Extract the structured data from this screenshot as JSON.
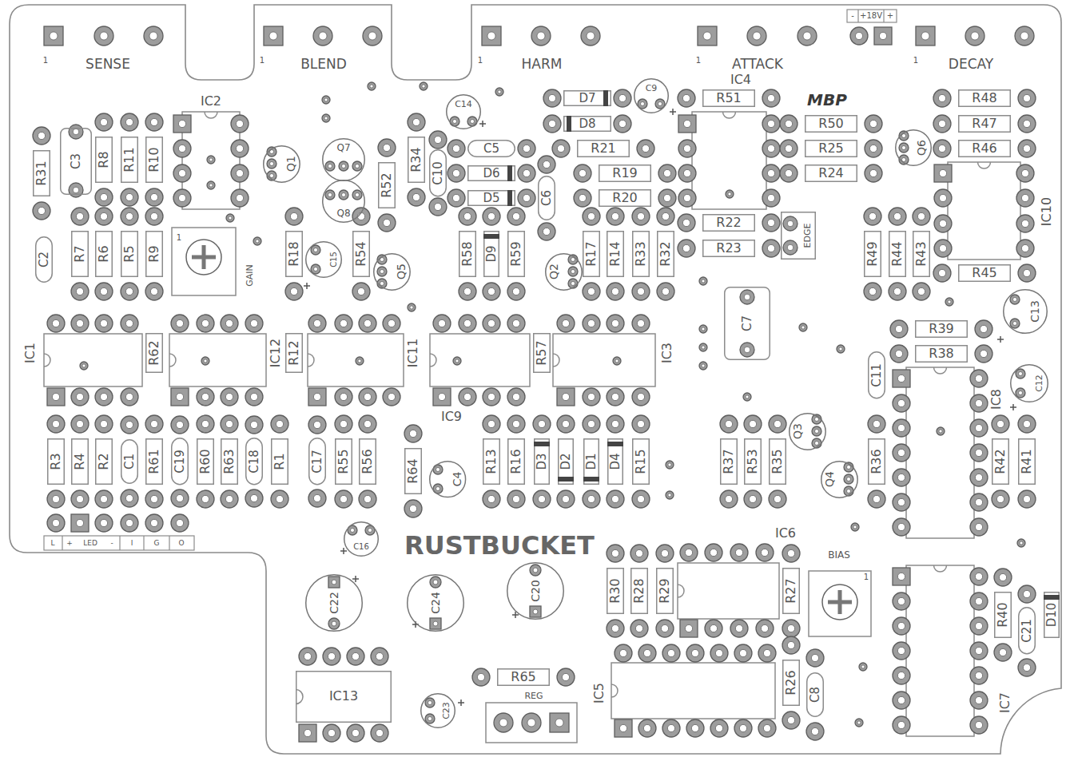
{
  "diagram": {
    "nodes": [
      {
        "text": [
          "R31"
        ]
      },
      {
        "text": [
          "C3"
        ]
      },
      {
        "text": [
          "R8"
        ]
      },
      {
        "text": [
          "R11"
        ]
      },
      {
        "text": [
          "R10"
        ]
      },
      {
        "text": [
          "Q1"
        ]
      },
      {
        "text": [
          "Q7"
        ]
      },
      {
        "text": [
          "Q8"
        ]
      },
      {
        "text": [
          "R52"
        ]
      },
      {
        "text": [
          "R34"
        ]
      },
      {
        "text": [
          "C14"
        ]
      },
      {
        "text": [
          "C10"
        ]
      },
      {
        "text": [
          "C5"
        ]
      },
      {
        "text": [
          "D6"
        ]
      },
      {
        "text": [
          "D5"
        ]
      },
      {
        "text": [
          "C6"
        ]
      },
      {
        "text": [
          "D7"
        ]
      },
      {
        "text": [
          "D8"
        ]
      },
      {
        "text": [
          "C9"
        ]
      },
      {
        "text": [
          "R21"
        ]
      },
      {
        "text": [
          "R51"
        ]
      },
      {
        "text": [
          "R19"
        ]
      },
      {
        "text": [
          "R20"
        ]
      },
      {
        "text": [
          "R50"
        ]
      },
      {
        "text": [
          "R25"
        ]
      },
      {
        "text": [
          "R24"
        ]
      },
      {
        "text": [
          "R22"
        ]
      },
      {
        "text": [
          "R23"
        ]
      },
      {
        "text": [
          "EDGE"
        ]
      },
      {
        "text": [
          "R48"
        ]
      },
      {
        "text": [
          "R47"
        ]
      },
      {
        "text": [
          "R46"
        ]
      },
      {
        "text": [
          "Q6"
        ]
      },
      {
        "text": [
          "R7"
        ]
      },
      {
        "text": [
          "R6"
        ]
      },
      {
        "text": [
          "R5"
        ]
      },
      {
        "text": [
          "R9"
        ]
      },
      {
        "text": [
          "C2"
        ]
      },
      {
        "text": [
          "R18"
        ]
      },
      {
        "text": [
          "C15"
        ]
      },
      {
        "text": [
          "R54"
        ]
      },
      {
        "text": [
          "Q5"
        ]
      },
      {
        "text": [
          "R58"
        ]
      },
      {
        "text": [
          "D9"
        ]
      },
      {
        "text": [
          "R59"
        ]
      },
      {
        "text": [
          "Q2"
        ]
      },
      {
        "text": [
          "R17"
        ]
      },
      {
        "text": [
          "R14"
        ]
      },
      {
        "text": [
          "R33"
        ]
      },
      {
        "text": [
          "R32"
        ]
      },
      {
        "text": [
          "R49"
        ]
      },
      {
        "text": [
          "R44"
        ]
      },
      {
        "text": [
          "R43"
        ]
      },
      {
        "text": [
          "R45"
        ]
      },
      {
        "text": [
          "C13"
        ]
      },
      {
        "text": [
          "C7"
        ]
      },
      {
        "text": [
          "R39"
        ]
      },
      {
        "text": [
          "R38"
        ]
      },
      {
        "text": [
          "R62"
        ]
      },
      {
        "text": [
          "R12"
        ]
      },
      {
        "text": [
          "R57"
        ]
      },
      {
        "text": [
          "C11"
        ]
      },
      {
        "text": [
          "C12"
        ]
      },
      {
        "text": [
          "R3"
        ]
      },
      {
        "text": [
          "R4"
        ]
      },
      {
        "text": [
          "R2"
        ]
      },
      {
        "text": [
          "C1"
        ]
      },
      {
        "text": [
          "R61"
        ]
      },
      {
        "text": [
          "C19"
        ]
      },
      {
        "text": [
          "R60"
        ]
      },
      {
        "text": [
          "R63"
        ]
      },
      {
        "text": [
          "C18"
        ]
      },
      {
        "text": [
          "R1"
        ]
      },
      {
        "text": [
          "C17"
        ]
      },
      {
        "text": [
          "R55"
        ]
      },
      {
        "text": [
          "R56"
        ]
      },
      {
        "text": [
          "R64"
        ]
      },
      {
        "text": [
          "C4"
        ]
      },
      {
        "text": [
          "R13"
        ]
      },
      {
        "text": [
          "R16"
        ]
      },
      {
        "text": [
          "D3"
        ]
      },
      {
        "text": [
          "D2"
        ]
      },
      {
        "text": [
          "D1"
        ]
      },
      {
        "text": [
          "D4"
        ]
      },
      {
        "text": [
          "R15"
        ]
      },
      {
        "text": [
          "R37"
        ]
      },
      {
        "text": [
          "R53"
        ]
      },
      {
        "text": [
          "R35"
        ]
      },
      {
        "text": [
          "Q3"
        ]
      },
      {
        "text": [
          "Q4"
        ]
      },
      {
        "text": [
          "R36"
        ]
      },
      {
        "text": [
          "R42"
        ]
      },
      {
        "text": [
          "R41"
        ]
      },
      {
        "text": [
          "C16"
        ]
      },
      {
        "text": [
          "R30"
        ]
      },
      {
        "text": [
          "R28"
        ]
      },
      {
        "text": [
          "R29"
        ]
      },
      {
        "text": [
          "R27"
        ]
      },
      {
        "text": [
          "C22"
        ]
      },
      {
        "text": [
          "C24"
        ]
      },
      {
        "text": [
          "C20"
        ]
      },
      {
        "text": [
          "R40"
        ]
      },
      {
        "text": [
          "C21"
        ]
      },
      {
        "text": [
          "D10"
        ]
      },
      {
        "text": [
          "R65"
        ]
      },
      {
        "text": [
          "R26"
        ]
      },
      {
        "text": [
          "C8"
        ]
      },
      {
        "text": [
          "IC13"
        ]
      },
      {
        "text": [
          "C23"
        ]
      }
    ],
    "labels": [
      "SENSE",
      "1",
      "BLEND",
      "1",
      "HARM",
      "1",
      "ATTACK",
      "1",
      "DECAY",
      "1",
      "-",
      "+18V",
      "+",
      "IC2",
      "IC4",
      "MBP",
      "IC10",
      "1",
      "GAIN",
      "IC1",
      "IC12",
      "IC11",
      "IC9",
      "IC3",
      "IC8",
      "L",
      "+",
      "LED",
      "-",
      "I",
      "G",
      "O",
      "RUSTBUCKET",
      "IC6",
      "BIAS",
      "1",
      "IC5",
      "IC7",
      "REG"
    ]
  }
}
